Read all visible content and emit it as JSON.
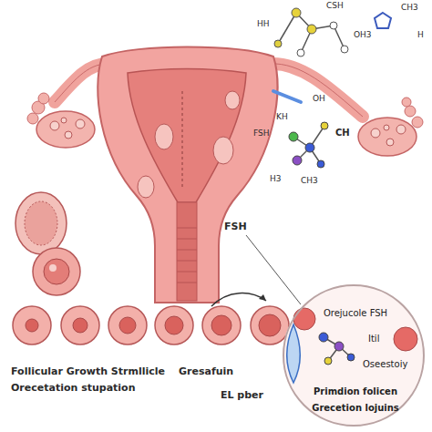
{
  "diagram": {
    "nodes": [
      {
        "text": [
          "Orejucole FSH",
          "Itil",
          "Oseestoiy",
          "Primdion folicen",
          "Grecetion lojuins"
        ]
      }
    ],
    "labels": [
      "CSH",
      "HH",
      "OH3",
      "CH3",
      "H",
      "FSH",
      "KH",
      "CH",
      "OH",
      "H3",
      "CH3",
      "FSH",
      "EL pber",
      "Follicular Growth Strmllicle",
      "Orecetation stupation",
      "Gresafuin"
    ]
  }
}
